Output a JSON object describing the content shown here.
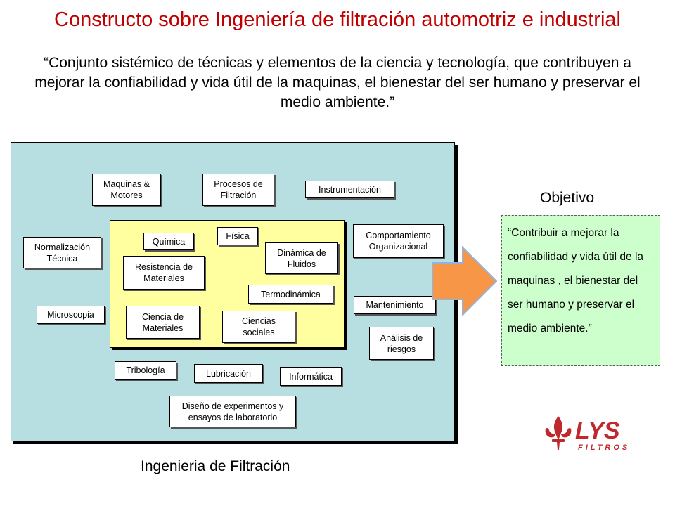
{
  "title": "Constructo sobre Ingeniería de filtración automotriz e industrial",
  "definition_quote": "“Conjunto  sistémico de técnicas y elementos de la ciencia y tecnología, que contribuyen a mejorar la confiabilidad  y vida útil  de la maquinas, el bienestar del ser humano y preservar el medio ambiente.”",
  "outer_boxes": {
    "maquinas": "Maquinas & Motores",
    "procesos": "Procesos de Filtración",
    "instrumentacion": "Instrumentación",
    "normalizacion": "Normalización Técnica",
    "comportamiento": "Comportamiento Organizacional",
    "microscopia": "Microscopia",
    "mantenimiento": "Mantenimiento",
    "analisis": "Análisis de riesgos",
    "tribologia": "Tribología",
    "lubricacion": "Lubricación",
    "informatica": "Informática",
    "diseno": "Diseño de experimentos y ensayos de laboratorio"
  },
  "inner_boxes": {
    "quimica": "Química",
    "fisica": "Física",
    "dinamica": "Dinámica de Fluidos",
    "resistencia": "Resistencia de Materiales",
    "termodinamica": "Termodinámica",
    "ciencia_materiales": "Ciencia de Materiales",
    "ciencias_sociales": "Ciencias sociales"
  },
  "outer_label": "Ingenieria de Filtración",
  "objective": {
    "title": "Objetivo",
    "text": "“Contribuir a  mejorar la confiabilidad y vida útil de la maquinas , el bienestar del ser humano y preservar el medio ambiente.”"
  },
  "logo": {
    "brand": "LYS",
    "sub": "FILTROS"
  },
  "colors": {
    "title": "#c00000",
    "outer_fill": "#b7dee1",
    "inner_fill": "#ffffa0",
    "objective_fill": "#ccffcc",
    "arrow_fill": "#f79646",
    "logo": "#c0282d"
  }
}
